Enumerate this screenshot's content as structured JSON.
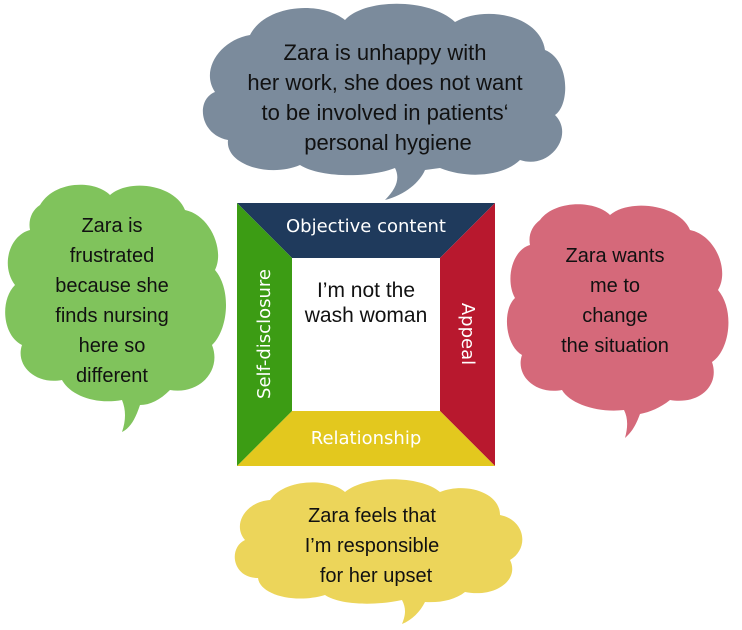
{
  "diagram": {
    "type": "four-sides-communication-model",
    "message": [
      "I’m not the",
      "wash woman"
    ],
    "sides": {
      "top": {
        "label": "Objective content",
        "color": "#1f3a5c"
      },
      "right": {
        "label": "Appeal",
        "color": "#b8182e"
      },
      "bottom": {
        "label": "Relationship",
        "color": "#e3c81e"
      },
      "left": {
        "label": "Self-disclosure",
        "color": "#3c9c14"
      }
    },
    "bubbles": {
      "top": {
        "lines": [
          "Zara is unhappy with",
          "her work, she does not want",
          "to be involved in patients‘",
          "personal hygiene"
        ],
        "color": "#7b8b9c"
      },
      "left": {
        "lines": [
          "Zara is",
          "frustrated",
          "because she",
          "finds nursing",
          "here so",
          "different"
        ],
        "color": "#80c35c"
      },
      "right": {
        "lines": [
          "Zara wants",
          "me to",
          "change",
          "the situation"
        ],
        "color": "#d5697a"
      },
      "bottom": {
        "lines": [
          "Zara feels that",
          "I’m responsible",
          "for her upset"
        ],
        "color": "#ecd55a"
      }
    }
  }
}
